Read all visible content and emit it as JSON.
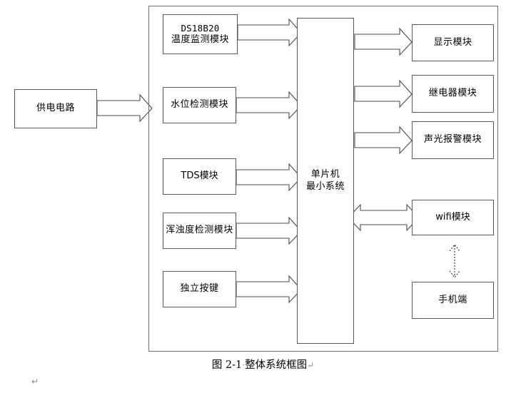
{
  "figure": {
    "caption_number": "图 2-1",
    "caption_separator": "·",
    "caption_title": "整体系统框图",
    "caption_mark": "↵",
    "trailing_paragraph_mark": "↵"
  },
  "diagram": {
    "type": "block-diagram",
    "title": "整体系统框图",
    "colors": {
      "box_border": "#5a5a5a",
      "frame_border": "#707070",
      "arrow_stroke": "#4d4d4d",
      "arrow_fill": "#ffffff",
      "background": "#ffffff",
      "text": "#000000"
    },
    "external": [
      {
        "id": "power",
        "name": "power-supply-circuit",
        "lines": [
          "供电电路"
        ],
        "script": "cn"
      }
    ],
    "inputs": [
      {
        "id": "ds18b20",
        "name": "temperature-module",
        "lines": [
          "DS18B20",
          "温度监测模块"
        ],
        "script": "mixed"
      },
      {
        "id": "waterlevel",
        "name": "water-level-module",
        "lines": [
          "水位检测模块"
        ],
        "script": "cn"
      },
      {
        "id": "tds",
        "name": "tds-module",
        "lines": [
          "TDS模块"
        ],
        "script": "mixed"
      },
      {
        "id": "turbidity",
        "name": "turbidity-module",
        "lines": [
          "浑浊度检测模块"
        ],
        "script": "cn"
      },
      {
        "id": "keys",
        "name": "independent-keys",
        "lines": [
          "独立按键"
        ],
        "script": "cn"
      }
    ],
    "core": {
      "id": "mcu",
      "name": "mcu-minimum-system",
      "lines": [
        "单片机",
        "最小系统"
      ],
      "script": "cn"
    },
    "outputs": [
      {
        "id": "display",
        "name": "display-module",
        "lines": [
          "显示模块"
        ],
        "script": "cn"
      },
      {
        "id": "relay",
        "name": "relay-module",
        "lines": [
          "继电器模块"
        ],
        "script": "cn"
      },
      {
        "id": "alarm",
        "name": "audible-visual-alarm-module",
        "lines": [
          "声光报警模块"
        ],
        "script": "cn"
      },
      {
        "id": "wifi",
        "name": "wifi-module",
        "lines": [
          "wifi模块"
        ],
        "script": "mixed"
      },
      {
        "id": "phone",
        "name": "mobile-phone-terminal",
        "lines": [
          "手机端"
        ],
        "script": "cn"
      }
    ],
    "connections": [
      {
        "from": "power",
        "to": "mcu-frame",
        "style": "solid-block-arrow",
        "direction": "right"
      },
      {
        "from": "ds18b20",
        "to": "mcu",
        "style": "solid-block-arrow",
        "direction": "right"
      },
      {
        "from": "waterlevel",
        "to": "mcu",
        "style": "solid-block-arrow",
        "direction": "right"
      },
      {
        "from": "tds",
        "to": "mcu",
        "style": "solid-block-arrow",
        "direction": "right"
      },
      {
        "from": "turbidity",
        "to": "mcu",
        "style": "solid-block-arrow",
        "direction": "right"
      },
      {
        "from": "keys",
        "to": "mcu",
        "style": "solid-block-arrow",
        "direction": "right"
      },
      {
        "from": "mcu",
        "to": "display",
        "style": "solid-block-arrow",
        "direction": "right"
      },
      {
        "from": "mcu",
        "to": "relay",
        "style": "solid-block-arrow",
        "direction": "right"
      },
      {
        "from": "mcu",
        "to": "alarm",
        "style": "solid-block-arrow",
        "direction": "right"
      },
      {
        "from": "mcu",
        "to": "wifi",
        "style": "solid-block-arrow",
        "direction": "bidirectional"
      },
      {
        "from": "wifi",
        "to": "phone",
        "style": "dotted-line-arrow",
        "direction": "bidirectional"
      }
    ]
  }
}
